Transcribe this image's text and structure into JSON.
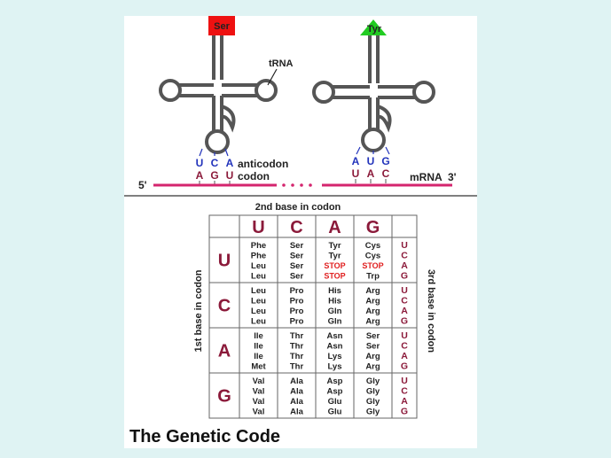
{
  "colors": {
    "page_bg": "#dff3f3",
    "mrna": "#d4256e",
    "blue_base": "#2233bb",
    "maroon_base": "#8b1a3a",
    "stop_red": "#e02020",
    "ser_box": "#ee1111",
    "tyr_triangle": "#22cc22"
  },
  "trna_left": {
    "amino_acid": "Ser",
    "name_label": "tRNA",
    "anticodon": [
      "U",
      "C",
      "A"
    ],
    "codon": [
      "A",
      "G",
      "U"
    ],
    "anticodon_label": "anticodon",
    "codon_label": "codon"
  },
  "trna_right": {
    "amino_acid": "Tyr",
    "anticodon": [
      "A",
      "U",
      "G"
    ],
    "codon": [
      "U",
      "A",
      "C"
    ]
  },
  "mrna": {
    "five_prime": "5'",
    "three_prime": "3'",
    "label": "mRNA"
  },
  "table": {
    "top_label": "2nd base in codon",
    "left_label": "1st base in codon",
    "right_label": "3rd base in codon",
    "second_bases": [
      "U",
      "C",
      "A",
      "G"
    ],
    "first_bases": [
      "U",
      "C",
      "A",
      "G"
    ],
    "third_bases": [
      "U",
      "C",
      "A",
      "G"
    ],
    "cells": [
      [
        [
          "Phe",
          "Phe",
          "Leu",
          "Leu"
        ],
        [
          "Ser",
          "Ser",
          "Ser",
          "Ser"
        ],
        [
          "Tyr",
          "Tyr",
          "STOP",
          "STOP"
        ],
        [
          "Cys",
          "Cys",
          "STOP",
          "Trp"
        ]
      ],
      [
        [
          "Leu",
          "Leu",
          "Leu",
          "Leu"
        ],
        [
          "Pro",
          "Pro",
          "Pro",
          "Pro"
        ],
        [
          "His",
          "His",
          "Gln",
          "Gln"
        ],
        [
          "Arg",
          "Arg",
          "Arg",
          "Arg"
        ]
      ],
      [
        [
          "Ile",
          "Ile",
          "Ile",
          "Met"
        ],
        [
          "Thr",
          "Thr",
          "Thr",
          "Thr"
        ],
        [
          "Asn",
          "Asn",
          "Lys",
          "Lys"
        ],
        [
          "Ser",
          "Ser",
          "Arg",
          "Arg"
        ]
      ],
      [
        [
          "Val",
          "Val",
          "Val",
          "Val"
        ],
        [
          "Ala",
          "Ala",
          "Ala",
          "Ala"
        ],
        [
          "Asp",
          "Asp",
          "Glu",
          "Glu"
        ],
        [
          "Gly",
          "Gly",
          "Gly",
          "Gly"
        ]
      ]
    ]
  },
  "title": "The Genetic Code"
}
